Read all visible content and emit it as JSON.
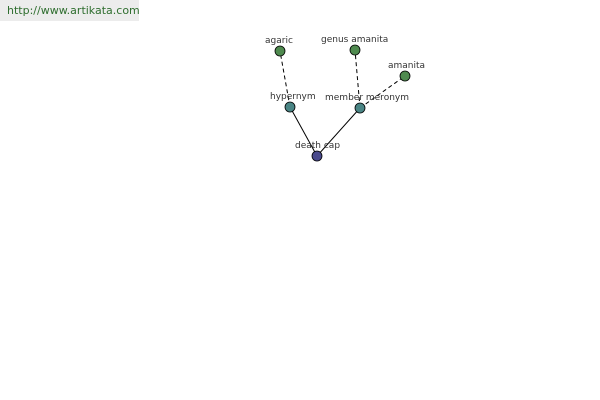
{
  "banner": {
    "url": "http://www.artikata.com"
  },
  "graph": {
    "colors": {
      "root": "#4a4a8c",
      "relation": "#4a8585",
      "leaf": "#4f8a4f",
      "edge": "#000000",
      "banner_text": "#2f6e2f"
    },
    "nodes": [
      {
        "id": "death-cap",
        "label": "death cap",
        "kind": "root"
      },
      {
        "id": "hypernym",
        "label": "hypernym",
        "kind": "relation"
      },
      {
        "id": "member-meronym",
        "label": "member meronym",
        "kind": "relation"
      },
      {
        "id": "agaric",
        "label": "agaric",
        "kind": "leaf"
      },
      {
        "id": "genus-amanita",
        "label": "genus amanita",
        "kind": "leaf"
      },
      {
        "id": "amanita",
        "label": "amanita",
        "kind": "leaf"
      }
    ],
    "edges": [
      {
        "from": "death-cap",
        "to": "hypernym",
        "style": "solid"
      },
      {
        "from": "death-cap",
        "to": "member-meronym",
        "style": "solid"
      },
      {
        "from": "hypernym",
        "to": "agaric",
        "style": "dashed"
      },
      {
        "from": "member-meronym",
        "to": "genus-amanita",
        "style": "dashed"
      },
      {
        "from": "member-meronym",
        "to": "amanita",
        "style": "dashed"
      }
    ]
  }
}
